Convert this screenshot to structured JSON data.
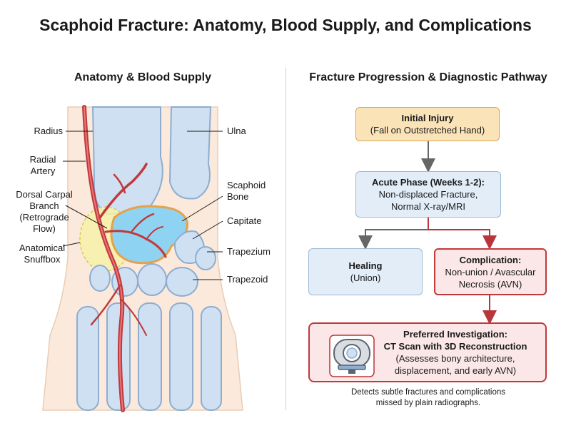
{
  "title": "Scaphoid Fracture: Anatomy, Blood Supply, and Complications",
  "left_panel": {
    "heading": "Anatomy & Blood Supply",
    "labels": {
      "radius": "Radius",
      "radial_artery_1": "Radial",
      "radial_artery_2": "Artery",
      "dorsal_1": "Dorsal Carpal",
      "dorsal_2": "Branch",
      "dorsal_3": "(Retrograde",
      "dorsal_4": "Flow)",
      "snuffbox_1": "Anatomical",
      "snuffbox_2": "Snuffbox",
      "ulna": "Ulna",
      "scaphoid_1": "Scaphoid",
      "scaphoid_2": "Bone",
      "capitate": "Capitate",
      "trapezium": "Trapezium",
      "trapezoid": "Trapezoid"
    }
  },
  "right_panel": {
    "heading": "Fracture Progression & Diagnostic Pathway",
    "initial": {
      "title": "Initial Injury",
      "text": "(Fall on Outstretched Hand)"
    },
    "acute": {
      "title": "Acute Phase (Weeks 1-2):",
      "text1": "Non-displaced Fracture,",
      "text2": "Normal X-ray/MRI"
    },
    "healing": {
      "title": "Healing",
      "text": "(Union)"
    },
    "complication": {
      "title": "Complication:",
      "text1": "Non-union / Avascular",
      "text2": "Necrosis (AVN)"
    },
    "investigation": {
      "title1": "Preferred Investigation:",
      "title2": "CT Scan with 3D Reconstruction",
      "text1": "(Assesses bony architecture,",
      "text2": "displacement, and early AVN)"
    },
    "note1": "Detects subtle fractures and complications",
    "note2": "missed by plain radiographs."
  },
  "colors": {
    "bone": "#cfe0f2",
    "bone_stroke": "#8eadd0",
    "scaphoid_fill": "#8fd3f2",
    "scaphoid_stroke": "#e3a34a",
    "artery": "#c0393b",
    "snuffbox": "#f7f1a8",
    "skin": "#fbe9dc"
  }
}
